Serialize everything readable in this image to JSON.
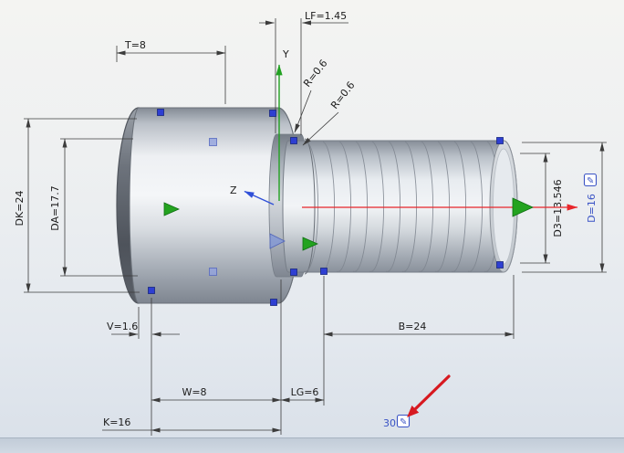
{
  "axes": {
    "y_label": "Y",
    "z_label": "Z"
  },
  "dimensions": {
    "lf": "LF=1.45",
    "t": "T=8",
    "r1": "R=0.6",
    "r2": "R=0.6",
    "dk": "DK=24",
    "da": "DA=17.7",
    "d3": "D3=13.546",
    "d": "D=16",
    "v": "V=1.6",
    "b": "B=24",
    "w": "W=8",
    "lg": "LG=6",
    "k": "K=16",
    "angle_value": "30"
  },
  "icons": {
    "edit": "✎"
  },
  "colors": {
    "dimension_text": "#1c1c1c",
    "editable_blue": "#3a53c5",
    "handle_blue": "#2e3fd2",
    "axis_y_green": "#21a121",
    "axis_z_blue": "#3050d8",
    "axis_x_red": "#e8262b",
    "annotation_red": "#d71920"
  }
}
